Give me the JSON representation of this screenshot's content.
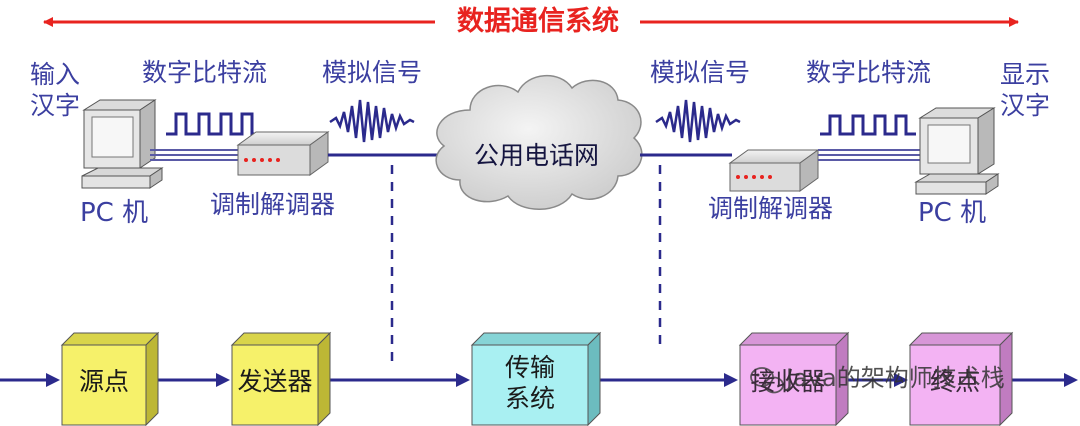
{
  "top": {
    "title": "数据通信系统"
  },
  "upper": {
    "input_label": "输入\n汉字",
    "display_label": "显示\n汉字",
    "bitstream_left": "数字比特流",
    "bitstream_right": "数字比特流",
    "analog_left": "模拟信号",
    "analog_right": "模拟信号",
    "pc_left": "PC 机",
    "pc_right": "PC 机",
    "modem_left": "调制解调器",
    "modem_right": "调制解调器",
    "network": "公用电话网"
  },
  "lower": {
    "source": "源点",
    "transmitter": "发送器",
    "transmission": "传输\n系统",
    "receiver": "接收器",
    "destination": "终点"
  },
  "watermark": {
    "text": "Java的架构师技术栈"
  },
  "colors": {
    "accent_red": "#e8231f",
    "line_blue": "#2b2a8c",
    "label_blue": "#3b3fa0",
    "yellow_box": "#f6f16a",
    "cyan_box": "#a9f0f2",
    "pink_box": "#f3b3f3"
  }
}
